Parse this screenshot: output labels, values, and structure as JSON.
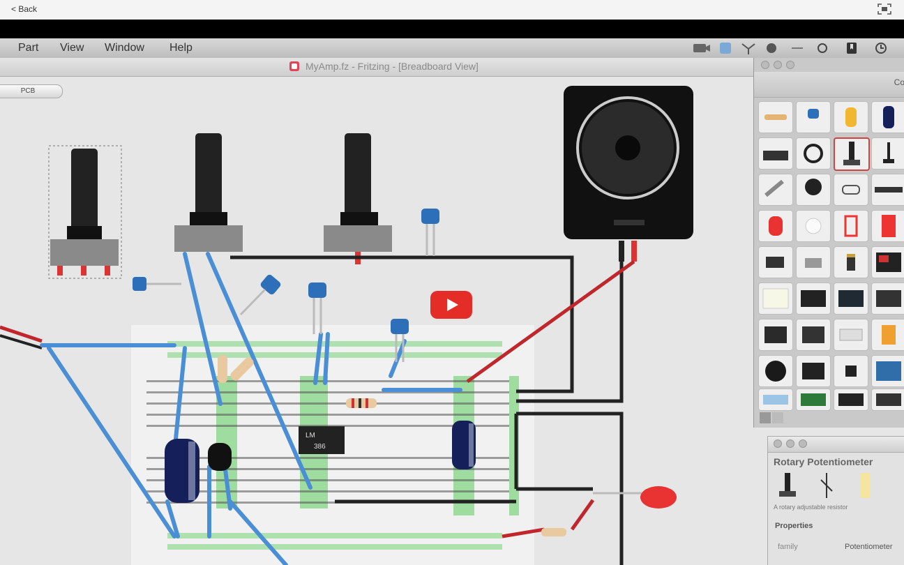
{
  "topbar": {
    "back_label": "< Back"
  },
  "menu": {
    "items": [
      "Part",
      "View",
      "Window",
      "Help"
    ]
  },
  "window": {
    "title": "MyAmp.fz - Fritzing - [Breadboard View]"
  },
  "tabs": {
    "pcb_label": "PCB"
  },
  "bin": {
    "tab_label": "Co"
  },
  "inspector": {
    "title": "Rotary Potentiometer",
    "description": "A rotary adjustable resistor",
    "properties_label": "Properties",
    "family_label": "family",
    "family_value": "Potentiometer"
  },
  "chips": {
    "label_line1": "LM",
    "label_line2": "386"
  },
  "colors": {
    "wire_blue": "#4a8fd6",
    "wire_red": "#c0272d",
    "wire_black": "#222222",
    "breadboard": "#f1f1f1",
    "hole_green": "#9fdc9f",
    "capacitor_blue": "#2d6fb8",
    "play_red": "#e52d27"
  },
  "icons": [
    "fullscreen-icon",
    "speaker-icon",
    "potentiometer-icon",
    "play-icon"
  ]
}
